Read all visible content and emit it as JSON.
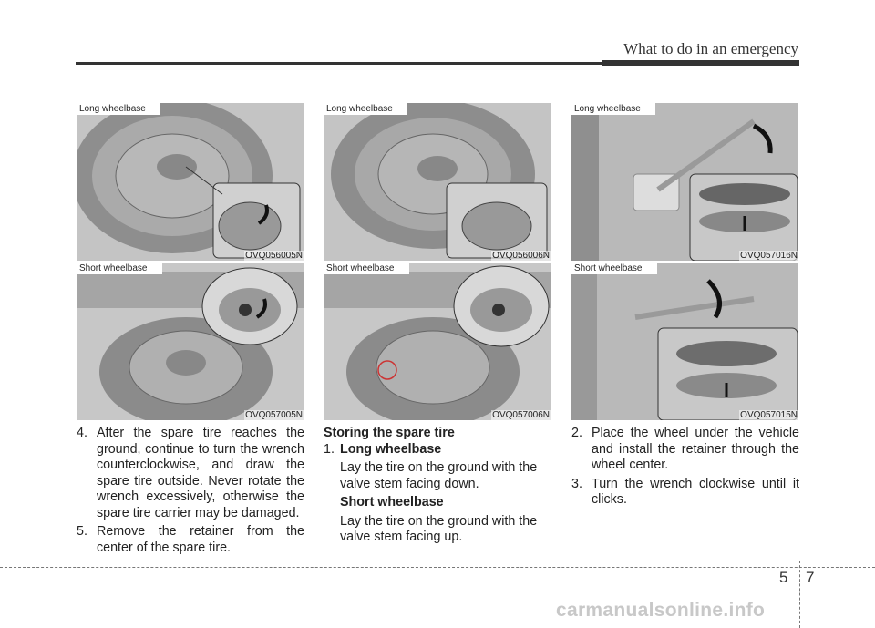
{
  "header": {
    "title": "What to do in an emergency"
  },
  "figures": [
    {
      "tag": "Long wheelbase",
      "code": "OVQ056005N"
    },
    {
      "tag": "Short wheelbase",
      "code": "OVQ057005N"
    },
    {
      "tag": "Long wheelbase",
      "code": "OVQ056006N"
    },
    {
      "tag": "Short wheelbase",
      "code": "OVQ057006N"
    },
    {
      "tag": "Long wheelbase",
      "code": "OVQ057016N"
    },
    {
      "tag": "Short wheelbase",
      "code": "OVQ057015N"
    }
  ],
  "col1": {
    "item4": {
      "num": "4.",
      "text": "After the spare tire reaches the ground, continue to turn the wrench counterclockwise, and draw the spare tire outside. Never rotate the wrench excessively, otherwise the spare tire carrier may be damaged."
    },
    "item5": {
      "num": "5.",
      "text": "Remove the retainer from the center of the spare tire."
    }
  },
  "col2": {
    "heading": "Storing the spare tire",
    "item1_num": "1.",
    "long_label": "Long wheelbase",
    "long_text": "Lay the tire on the ground with the valve stem facing down.",
    "short_label": "Short wheelbase",
    "short_text": "Lay the tire on the ground with the valve stem facing up."
  },
  "col3": {
    "item2": {
      "num": "2.",
      "text": "Place the wheel under the vehicle and install the retainer through the wheel center."
    },
    "item3": {
      "num": "3.",
      "text": "Turn the wrench clockwise until it clicks."
    }
  },
  "page": {
    "section": "5",
    "page": "7"
  },
  "watermark": "carmanualsonline.info"
}
